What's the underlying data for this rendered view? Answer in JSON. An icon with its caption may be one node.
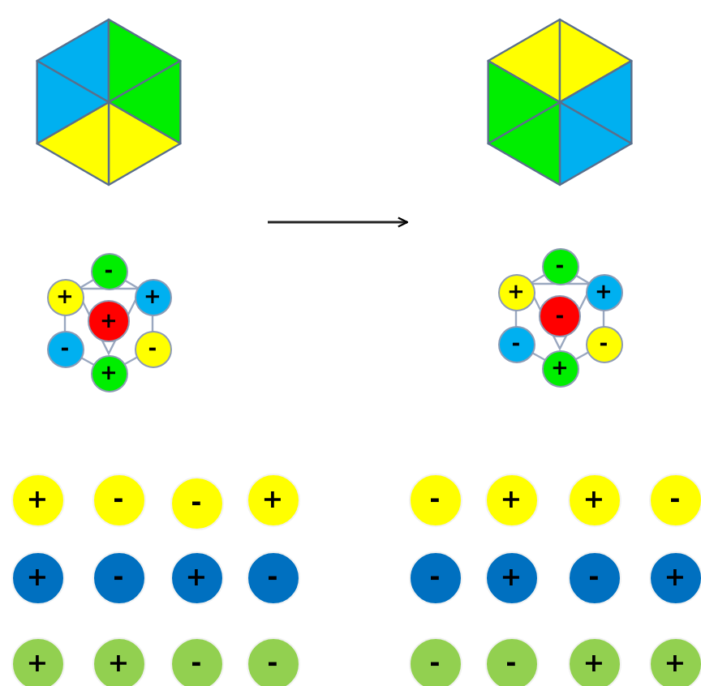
{
  "diagram": {
    "nodes": [
      {
        "text": [],
        "shape": "hexagon"
      },
      {
        "text": [],
        "shape": "hexagon"
      },
      {
        "text": [
          "-"
        ]
      },
      {
        "text": [
          "+"
        ]
      },
      {
        "text": [
          "+"
        ]
      },
      {
        "text": [
          "+"
        ]
      },
      {
        "text": [
          "-"
        ]
      },
      {
        "text": [
          "-"
        ]
      },
      {
        "text": [
          "+"
        ]
      },
      {
        "text": [
          "-"
        ]
      },
      {
        "text": [
          "+"
        ]
      },
      {
        "text": [
          "+"
        ]
      },
      {
        "text": [
          "-"
        ]
      },
      {
        "text": [
          "-"
        ]
      },
      {
        "text": [
          "-"
        ]
      },
      {
        "text": [
          "+"
        ]
      },
      {
        "text": [
          "+"
        ]
      },
      {
        "text": [
          "-"
        ]
      },
      {
        "text": [
          "-"
        ]
      },
      {
        "text": [
          "+"
        ]
      },
      {
        "text": [
          "-"
        ]
      },
      {
        "text": [
          "+"
        ]
      },
      {
        "text": [
          "+"
        ]
      },
      {
        "text": [
          "-"
        ]
      },
      {
        "text": [
          "+"
        ]
      },
      {
        "text": [
          "-"
        ]
      },
      {
        "text": [
          "+"
        ]
      },
      {
        "text": [
          "-"
        ]
      },
      {
        "text": [
          "-"
        ]
      },
      {
        "text": [
          "+"
        ]
      },
      {
        "text": [
          "-"
        ]
      },
      {
        "text": [
          "+"
        ]
      },
      {
        "text": [
          "+"
        ]
      },
      {
        "text": [
          "+"
        ]
      },
      {
        "text": [
          "-"
        ]
      },
      {
        "text": [
          "-"
        ]
      },
      {
        "text": [
          "-"
        ]
      },
      {
        "text": [
          "-"
        ]
      },
      {
        "text": [
          "+"
        ]
      },
      {
        "text": [
          "+"
        ]
      }
    ],
    "edges": [
      {
        "from": 0,
        "to": 1,
        "arrow": "to"
      }
    ]
  }
}
